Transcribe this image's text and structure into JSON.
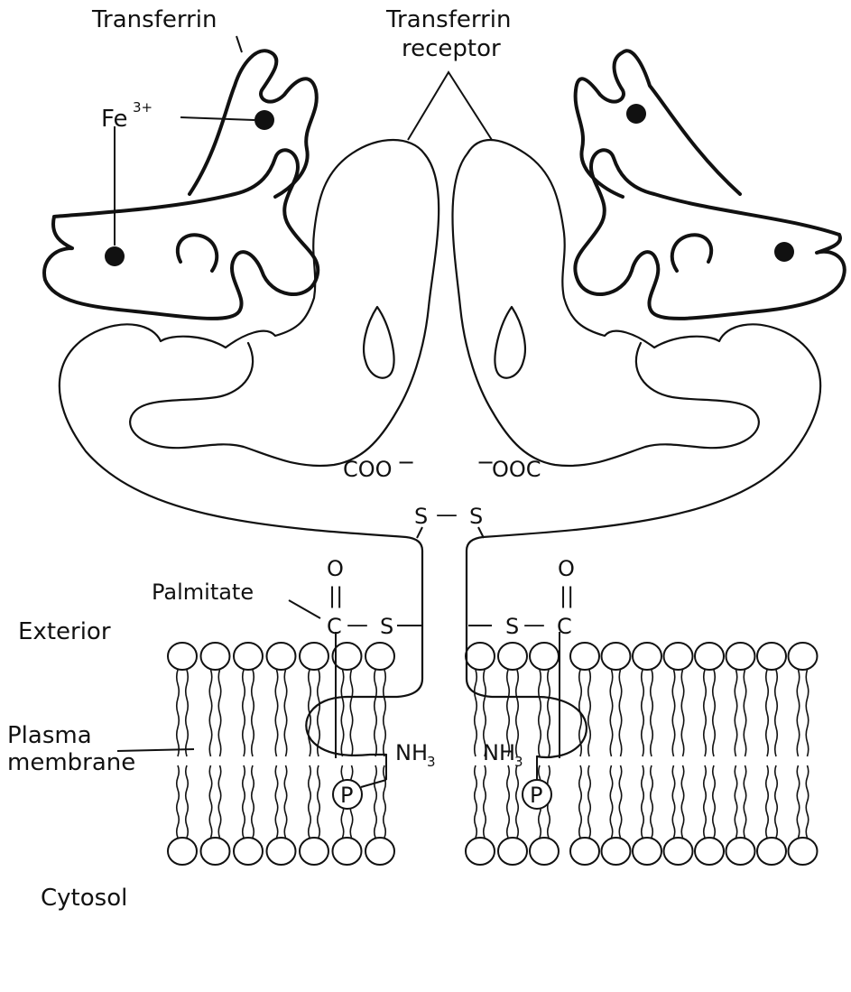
{
  "labels": {
    "transferrin": "Transferrin",
    "receptor_line1": "Transferrin",
    "receptor_line2": "receptor",
    "fe": "Fe",
    "fe_charge": "3+",
    "coo_left": "COO",
    "coo_left_charge": "−",
    "coo_right_charge": "−",
    "coo_right": "OOC",
    "s_left": "S",
    "s_dash": "—",
    "s_right": "S",
    "palmitate": "Palmitate",
    "o_left": "O",
    "o_right": "O",
    "dbl_bond": "||",
    "c_left": "C",
    "c_right": "C",
    "s_thio_left": "S",
    "s_thio_right": "S",
    "dash": "—",
    "exterior": "Exterior",
    "plasma_line1": "Plasma",
    "plasma_line2": "membrane",
    "cytosol": "Cytosol",
    "nh_left": "NH",
    "nh_left_sub": "3",
    "nh_right": "NH",
    "nh_right_sub": "3",
    "p_left": "P",
    "p_right": "P"
  },
  "colors": {
    "ink": "#111111",
    "background": "#ffffff"
  }
}
